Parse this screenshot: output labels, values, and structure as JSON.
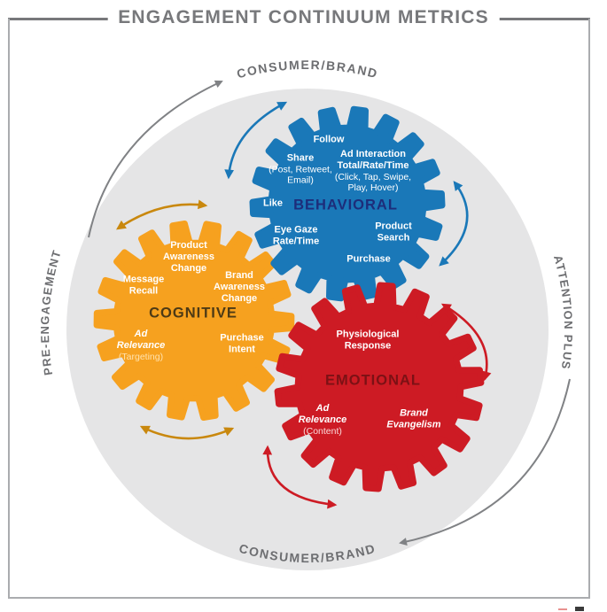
{
  "title": "ENGAGEMENT CONTINUUM METRICS",
  "outer_labels": {
    "top": "CONSUMER/BRAND",
    "bottom": "CONSUMER/BRAND",
    "left": "PRE-ENGAGEMENT",
    "right": "ATTENTION PLUS"
  },
  "gears": {
    "behavioral": {
      "name": "BEHAVIORAL",
      "metrics": {
        "follow": [
          "Follow"
        ],
        "share": [
          "Share",
          "(Post, Retweet,",
          "Email)"
        ],
        "ad_interaction": [
          "Ad Interaction",
          "Total/Rate/Time",
          "(Click, Tap, Swipe,",
          "Play, Hover)"
        ],
        "like": [
          "Like"
        ],
        "eye_gaze": [
          "Eye Gaze",
          "Rate/Time"
        ],
        "product_search": [
          "Product",
          "Search"
        ],
        "purchase": [
          "Purchase"
        ]
      }
    },
    "cognitive": {
      "name": "COGNITIVE",
      "metrics": {
        "product_awareness": [
          "Product",
          "Awareness",
          "Change"
        ],
        "message_recall": [
          "Message",
          "Recall"
        ],
        "brand_awareness": [
          "Brand",
          "Awareness",
          "Change"
        ],
        "ad_relevance": [
          "Ad",
          "Relevance",
          "(Targeting)"
        ],
        "purchase_intent": [
          "Purchase",
          "Intent"
        ]
      }
    },
    "emotional": {
      "name": "EMOTIONAL",
      "metrics": {
        "physiological": [
          "Physiological",
          "Response"
        ],
        "ad_relevance": [
          "Ad",
          "Relevance",
          "(Content)"
        ],
        "brand_evangelism": [
          "Brand",
          "Evangelism"
        ]
      }
    }
  },
  "colors": {
    "behavioral_gear": "#1a78b8",
    "behavioral_name": "#1d2d7a",
    "cognitive_gear": "#f6a11f",
    "cognitive_name": "#4d3a15",
    "cognitive_arrow": "#c9880e",
    "emotional_gear": "#cd1b24",
    "emotional_name": "#7c1115",
    "circle_bg": "#e5e5e6",
    "outer_text": "#6d6e71",
    "outer_arrow": "#808285",
    "title_text": "#77787b"
  }
}
